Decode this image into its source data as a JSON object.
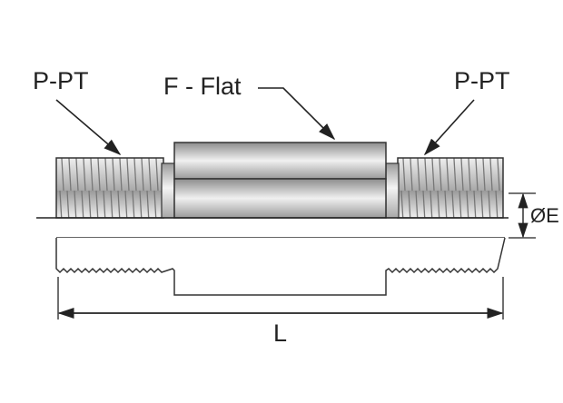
{
  "labels": {
    "left_thread": "P-PT",
    "center_flat": "F - Flat",
    "right_thread": "P-PT",
    "diameter": "ØE",
    "length": "L"
  },
  "colors": {
    "line": "#222222",
    "metal_light": "#f2f2f2",
    "metal_mid": "#bdbdbd",
    "metal_dark": "#8a8a8a"
  }
}
